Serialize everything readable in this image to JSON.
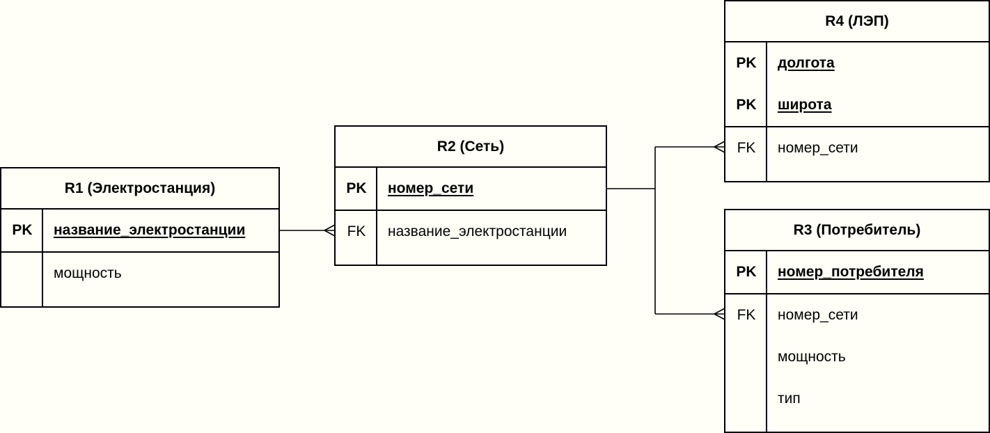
{
  "entities": {
    "r1": {
      "title": "R1 (Электростанция)",
      "pk_rows": [
        {
          "key": "PK",
          "name": "название_электростанции"
        }
      ],
      "attr_rows": [
        {
          "key": "",
          "name": "мощность"
        }
      ]
    },
    "r2": {
      "title": "R2 (Сеть)",
      "pk_rows": [
        {
          "key": "PK",
          "name": "номер_сети"
        }
      ],
      "attr_rows": [
        {
          "key": "FK",
          "name": "название_электростанции"
        }
      ]
    },
    "r4": {
      "title": "R4 (ЛЭП)",
      "pk_rows": [
        {
          "key": "PK",
          "name": "долгота"
        },
        {
          "key": "PK",
          "name": "широта"
        }
      ],
      "attr_rows": [
        {
          "key": "FK",
          "name": "номер_сети"
        }
      ]
    },
    "r3": {
      "title": "R3 (Потребитель)",
      "pk_rows": [
        {
          "key": "PK",
          "name": "номер_потребителя"
        }
      ],
      "attr_rows": [
        {
          "key": "FK",
          "name": "номер_сети"
        },
        {
          "key": "",
          "name": "мощность"
        },
        {
          "key": "",
          "name": "тип"
        }
      ]
    }
  },
  "relationships": [
    {
      "from": "R1 (Электростанция)",
      "to": "R2 (Сеть)",
      "cardinality": "one-to-many"
    },
    {
      "from": "R2 (Сеть)",
      "to": "R4 (ЛЭП)",
      "cardinality": "one-to-many"
    },
    {
      "from": "R2 (Сеть)",
      "to": "R3 (Потребитель)",
      "cardinality": "one-to-many"
    }
  ]
}
